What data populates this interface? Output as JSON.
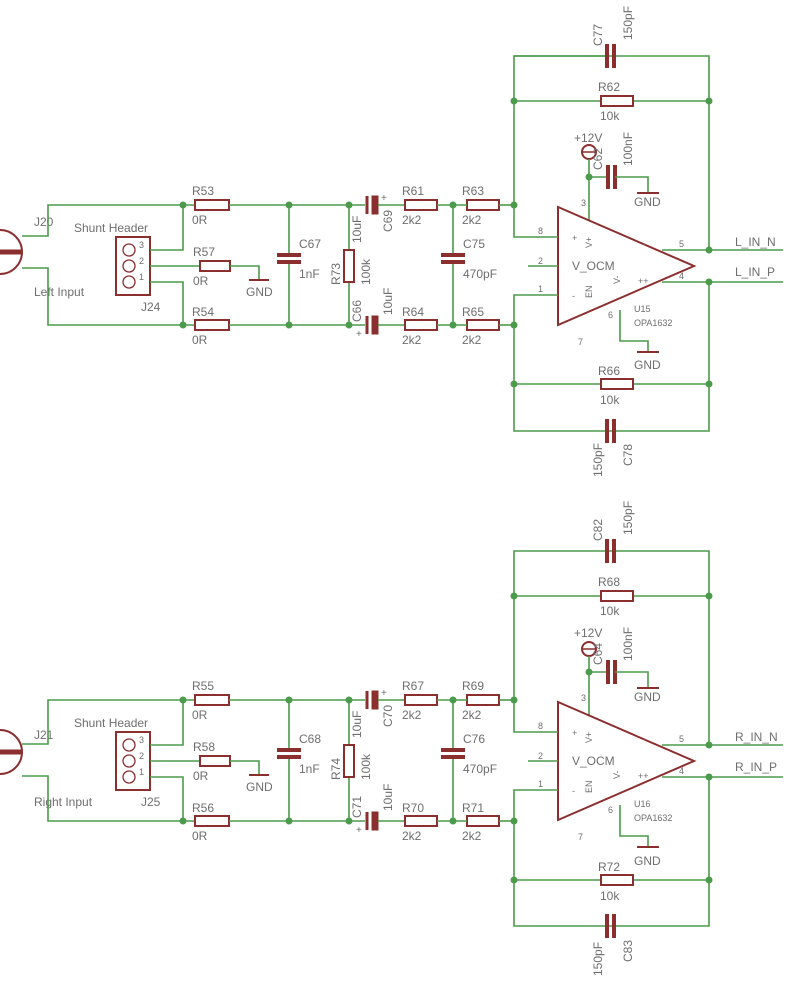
{
  "left": {
    "jack": "J20",
    "input_label": "Left Input",
    "header_label": "Shunt Header",
    "header_ref": "J24",
    "header_pins": [
      "3",
      "2",
      "1"
    ],
    "r_top": {
      "ref": "R53",
      "val": "0R"
    },
    "r_mid": {
      "ref": "R57",
      "val": "0R"
    },
    "r_bot": {
      "ref": "R54",
      "val": "0R"
    },
    "gnd": "GND",
    "c_shunt": {
      "ref": "C67",
      "val": "1nF"
    },
    "c_top": {
      "ref": "C69",
      "val": "10uF"
    },
    "c_bot": {
      "ref": "C66",
      "val": "10uF"
    },
    "r_bias": {
      "ref": "R73",
      "val": "100k"
    },
    "r_s1": {
      "ref": "R61",
      "val": "2k2"
    },
    "r_s2": {
      "ref": "R63",
      "val": "2k2"
    },
    "r_s3": {
      "ref": "R64",
      "val": "2k2"
    },
    "r_s4": {
      "ref": "R65",
      "val": "2k2"
    },
    "c_mid": {
      "ref": "C75",
      "val": "470pF"
    },
    "c_fb_top": {
      "ref": "C77",
      "val": "150pF"
    },
    "r_fb_top": {
      "ref": "R62",
      "val": "10k"
    },
    "r_fb_bot": {
      "ref": "R66",
      "val": "10k"
    },
    "c_fb_bot": {
      "ref": "C78",
      "val": "150pF"
    },
    "supply": "+12V",
    "c_dec": {
      "ref": "C62",
      "val": "100nF"
    },
    "opamp": {
      "ref": "U15",
      "part": "OPA1632",
      "vocm": "V_OCM",
      "en": "EN",
      "vplus": "V+",
      "vminus": "V-",
      "pins": [
        "8",
        "2",
        "1",
        "3",
        "6",
        "7",
        "5",
        "4"
      ]
    },
    "out_n": "L_IN_N",
    "out_p": "L_IN_P"
  },
  "right": {
    "jack": "J21",
    "input_label": "Right Input",
    "header_label": "Shunt Header",
    "header_ref": "J25",
    "header_pins": [
      "3",
      "2",
      "1"
    ],
    "r_top": {
      "ref": "R55",
      "val": "0R"
    },
    "r_mid": {
      "ref": "R58",
      "val": "0R"
    },
    "r_bot": {
      "ref": "R56",
      "val": "0R"
    },
    "gnd": "GND",
    "c_shunt": {
      "ref": "C68",
      "val": "1nF"
    },
    "c_top": {
      "ref": "C70",
      "val": "10uF"
    },
    "c_bot": {
      "ref": "C71",
      "val": "10uF"
    },
    "r_bias": {
      "ref": "R74",
      "val": "100k"
    },
    "r_s1": {
      "ref": "R67",
      "val": "2k2"
    },
    "r_s2": {
      "ref": "R69",
      "val": "2k2"
    },
    "r_s3": {
      "ref": "R70",
      "val": "2k2"
    },
    "r_s4": {
      "ref": "R71",
      "val": "2k2"
    },
    "c_mid": {
      "ref": "C76",
      "val": "470pF"
    },
    "c_fb_top": {
      "ref": "C82",
      "val": "150pF"
    },
    "r_fb_top": {
      "ref": "R68",
      "val": "10k"
    },
    "r_fb_bot": {
      "ref": "R72",
      "val": "10k"
    },
    "c_fb_bot": {
      "ref": "C83",
      "val": "150pF"
    },
    "supply": "+12V",
    "c_dec": {
      "ref": "C64",
      "val": "100nF"
    },
    "opamp": {
      "ref": "U16",
      "part": "OPA1632",
      "vocm": "V_OCM",
      "en": "EN",
      "vplus": "V+",
      "vminus": "V-",
      "pins": [
        "8",
        "2",
        "1",
        "3",
        "6",
        "7",
        "5",
        "4"
      ]
    },
    "out_n": "R_IN_N",
    "out_p": "R_IN_P"
  }
}
